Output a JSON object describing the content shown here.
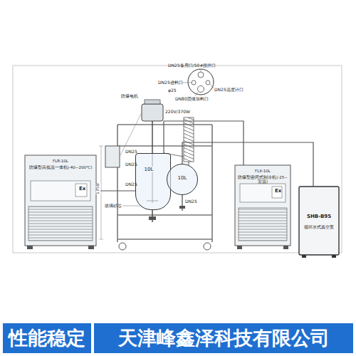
{
  "diagram": {
    "nodes": [
      {
        "text": [
          "FLR-10L",
          "防爆型高低温一体机(-40~200℃)"
        ]
      },
      {
        "text": [
          "10L"
        ]
      },
      {
        "text": [
          "10L"
        ]
      },
      {
        "text": [
          "FLX-10L",
          "防爆型密闭式制冷机(-25~室温)"
        ]
      },
      {
        "text": [
          "SHB-B95",
          "循环水式真空泵"
        ]
      },
      {
        "text": [
          "性能稳定"
        ]
      },
      {
        "text": [
          "天津峰鑫泽科技有限公司"
        ]
      }
    ],
    "edges": [
      {
        "from": 0,
        "to": 1,
        "arrow": "none"
      },
      {
        "from": 3,
        "to": 1,
        "arrow": "none"
      },
      {
        "from": 4,
        "to": 2,
        "arrow": "none"
      }
    ],
    "labels": [
      "DN25备用口/50#搅拌口",
      "DN25进料口",
      "φ25",
      "DN25温度计口",
      "DN80固体加料口",
      "防爆电机",
      "220V/370W",
      "1750",
      "DN25",
      "DN25",
      "DN25",
      "DN25",
      "玻璃砂芯",
      "Ex",
      "Ex"
    ]
  }
}
